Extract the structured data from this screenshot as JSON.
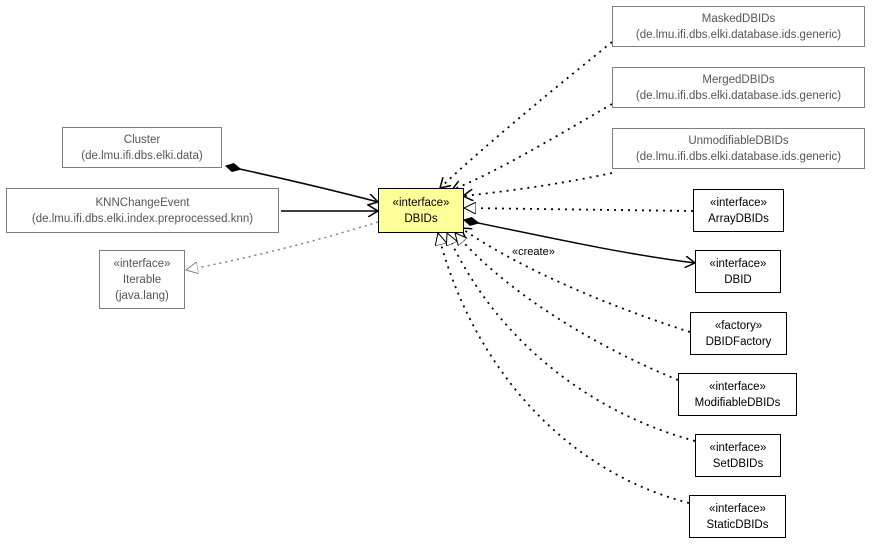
{
  "diagram": {
    "center": {
      "stereotype": "«interface»",
      "name": "DBIDs"
    },
    "left": {
      "cluster": {
        "name": "Cluster",
        "package": "(de.lmu.ifi.dbs.elki.data)"
      },
      "knn_change_event": {
        "name": "KNNChangeEvent",
        "package": "(de.lmu.ifi.dbs.elki.index.preprocessed.knn)"
      },
      "iterable": {
        "stereotype": "«interface»",
        "name": "Iterable",
        "package": "(java.lang)"
      }
    },
    "right": {
      "masked_dbids": {
        "name": "MaskedDBIDs",
        "package": "(de.lmu.ifi.dbs.elki.database.ids.generic)"
      },
      "merged_dbids": {
        "name": "MergedDBIDs",
        "package": "(de.lmu.ifi.dbs.elki.database.ids.generic)"
      },
      "unmodifiable_dbids": {
        "name": "UnmodifiableDBIDs",
        "package": "(de.lmu.ifi.dbs.elki.database.ids.generic)"
      },
      "array_dbids": {
        "stereotype": "«interface»",
        "name": "ArrayDBIDs"
      },
      "dbid": {
        "stereotype": "«interface»",
        "name": "DBID"
      },
      "dbid_factory": {
        "stereotype": "«factory»",
        "name": "DBIDFactory"
      },
      "modifiable_dbids": {
        "stereotype": "«interface»",
        "name": "ModifiableDBIDs"
      },
      "set_dbids": {
        "stereotype": "«interface»",
        "name": "SetDBIDs"
      },
      "static_dbids": {
        "stereotype": "«interface»",
        "name": "StaticDBIDs"
      }
    },
    "edge_labels": {
      "create": "«create»"
    },
    "colors": {
      "focus_fill": "#ffff99",
      "external_border": "#7f7f7f",
      "external_text": "#555555"
    }
  }
}
